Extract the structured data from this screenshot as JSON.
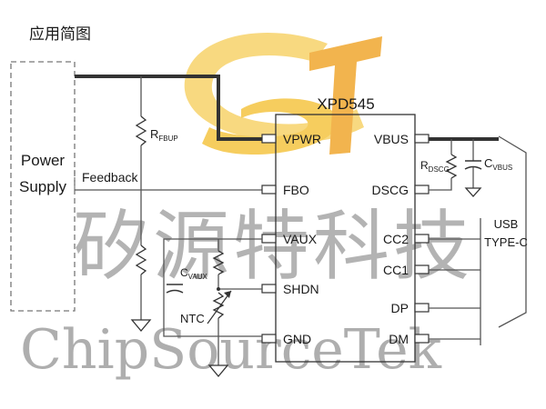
{
  "header": {
    "title": "应用简图"
  },
  "power_supply": {
    "line1": "Power",
    "line2": "Supply",
    "feedback_label": "Feedback"
  },
  "chip": {
    "name": "XPD545",
    "left_pins": [
      "VPWR",
      "FBO",
      "VAUX",
      "SHDN",
      "GND"
    ],
    "right_pins": [
      "VBUS",
      "DSCG",
      "CC2",
      "CC1",
      "DP",
      "DM"
    ]
  },
  "components": {
    "rfbup": {
      "main": "R",
      "sub": "FBUP"
    },
    "rdscg": {
      "main": "R",
      "sub": "DSCG"
    },
    "cvbus": {
      "main": "C",
      "sub": "VBUS"
    },
    "cvaux": {
      "main": "C",
      "sub": "VAUX"
    },
    "ntc": "NTC"
  },
  "usb": {
    "line1": "USB",
    "line2": "TYPE-C"
  },
  "watermark": {
    "chinese": "矽源特科技",
    "latin": "ChipSourceTek"
  },
  "colors": {
    "wire": "#555555",
    "thick_wire": "#333333",
    "logo_yellow": "#f5c542",
    "logo_orange": "#f0a830",
    "watermark": "#9a9a9a"
  }
}
